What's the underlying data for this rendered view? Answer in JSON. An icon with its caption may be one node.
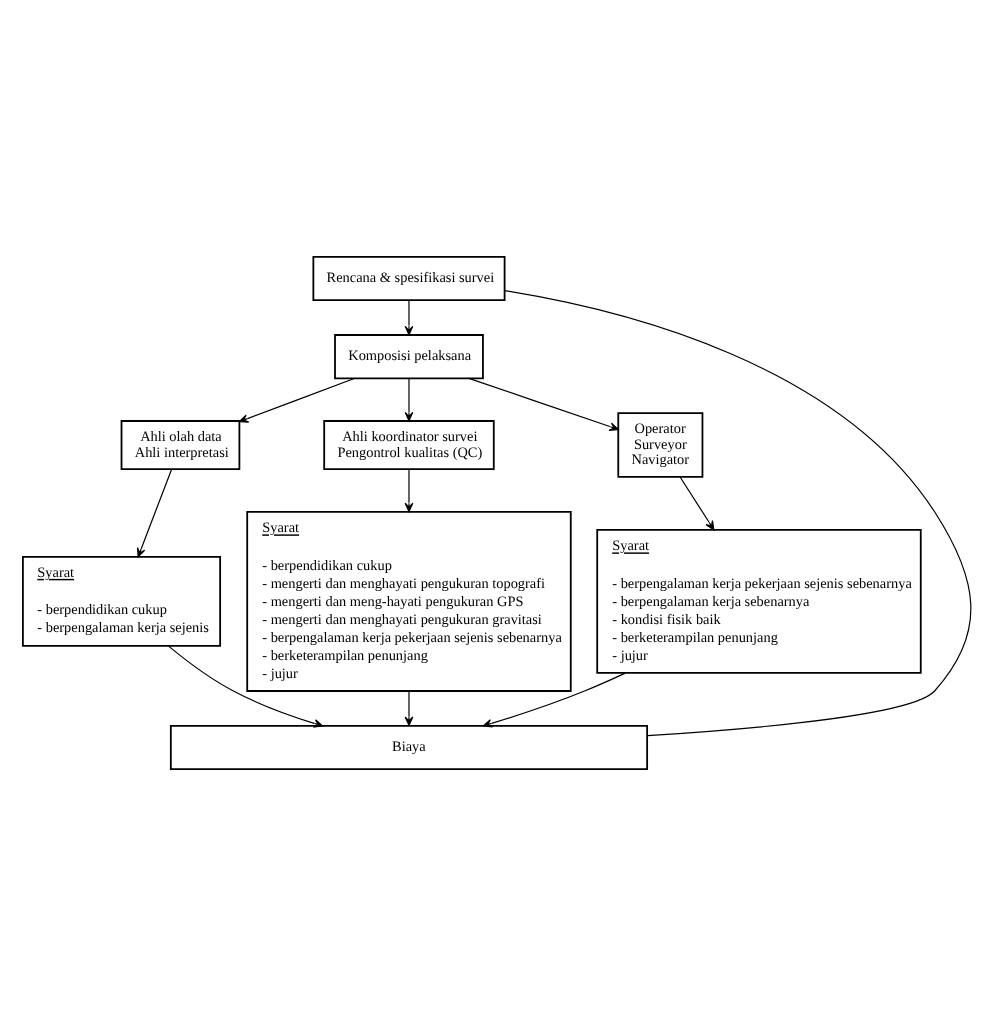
{
  "diagram": {
    "nodes": [
      {
        "text": [
          "Rencana & spesifikasi survei"
        ]
      },
      {
        "text": [
          "Komposisi pelaksana"
        ]
      },
      {
        "text": [
          "Ahli olah data",
          "Ahli interpretasi"
        ]
      },
      {
        "text": [
          "Ahli koordinator survei",
          "Pengontrol kualitas (QC)"
        ]
      },
      {
        "text": [
          "Operator",
          "Surveyor",
          "Navigator"
        ]
      },
      {
        "text": [
          "Syarat",
          "- berpendidikan cukup",
          "- berpengalaman kerja sejenis"
        ]
      },
      {
        "text": [
          "Syarat",
          "- berpendidikan cukup",
          "- mengerti dan menghayati pengukuran topografi",
          "- mengerti dan meng-hayati pengukuran GPS",
          "- mengerti dan menghayati pengukuran gravitasi",
          "- berpengalaman kerja pekerjaan sejenis sebenarnya",
          "- berketerampilan penunjang",
          "- jujur"
        ]
      },
      {
        "text": [
          "Syarat",
          "- berpengalaman kerja pekerjaan sejenis sebenarnya",
          "- berpengalaman kerja sebenarnya",
          "- kondisi fisik baik",
          "- berketerampilan penunjang",
          "- jujur"
        ]
      },
      {
        "text": [
          "Biaya"
        ]
      }
    ],
    "edges": [
      {
        "from": 0,
        "to": 1,
        "arrow": "to"
      },
      {
        "from": 1,
        "to": 2,
        "arrow": "to"
      },
      {
        "from": 1,
        "to": 3,
        "arrow": "to"
      },
      {
        "from": 1,
        "to": 4,
        "arrow": "to"
      },
      {
        "from": 2,
        "to": 5,
        "arrow": "to"
      },
      {
        "from": 3,
        "to": 6,
        "arrow": "to"
      },
      {
        "from": 4,
        "to": 7,
        "arrow": "to"
      },
      {
        "from": 5,
        "to": 8,
        "arrow": "to"
      },
      {
        "from": 6,
        "to": 8,
        "arrow": "to"
      },
      {
        "from": 7,
        "to": 8,
        "arrow": "to"
      },
      {
        "from": 0,
        "to": 8,
        "arrow": "none"
      }
    ]
  }
}
